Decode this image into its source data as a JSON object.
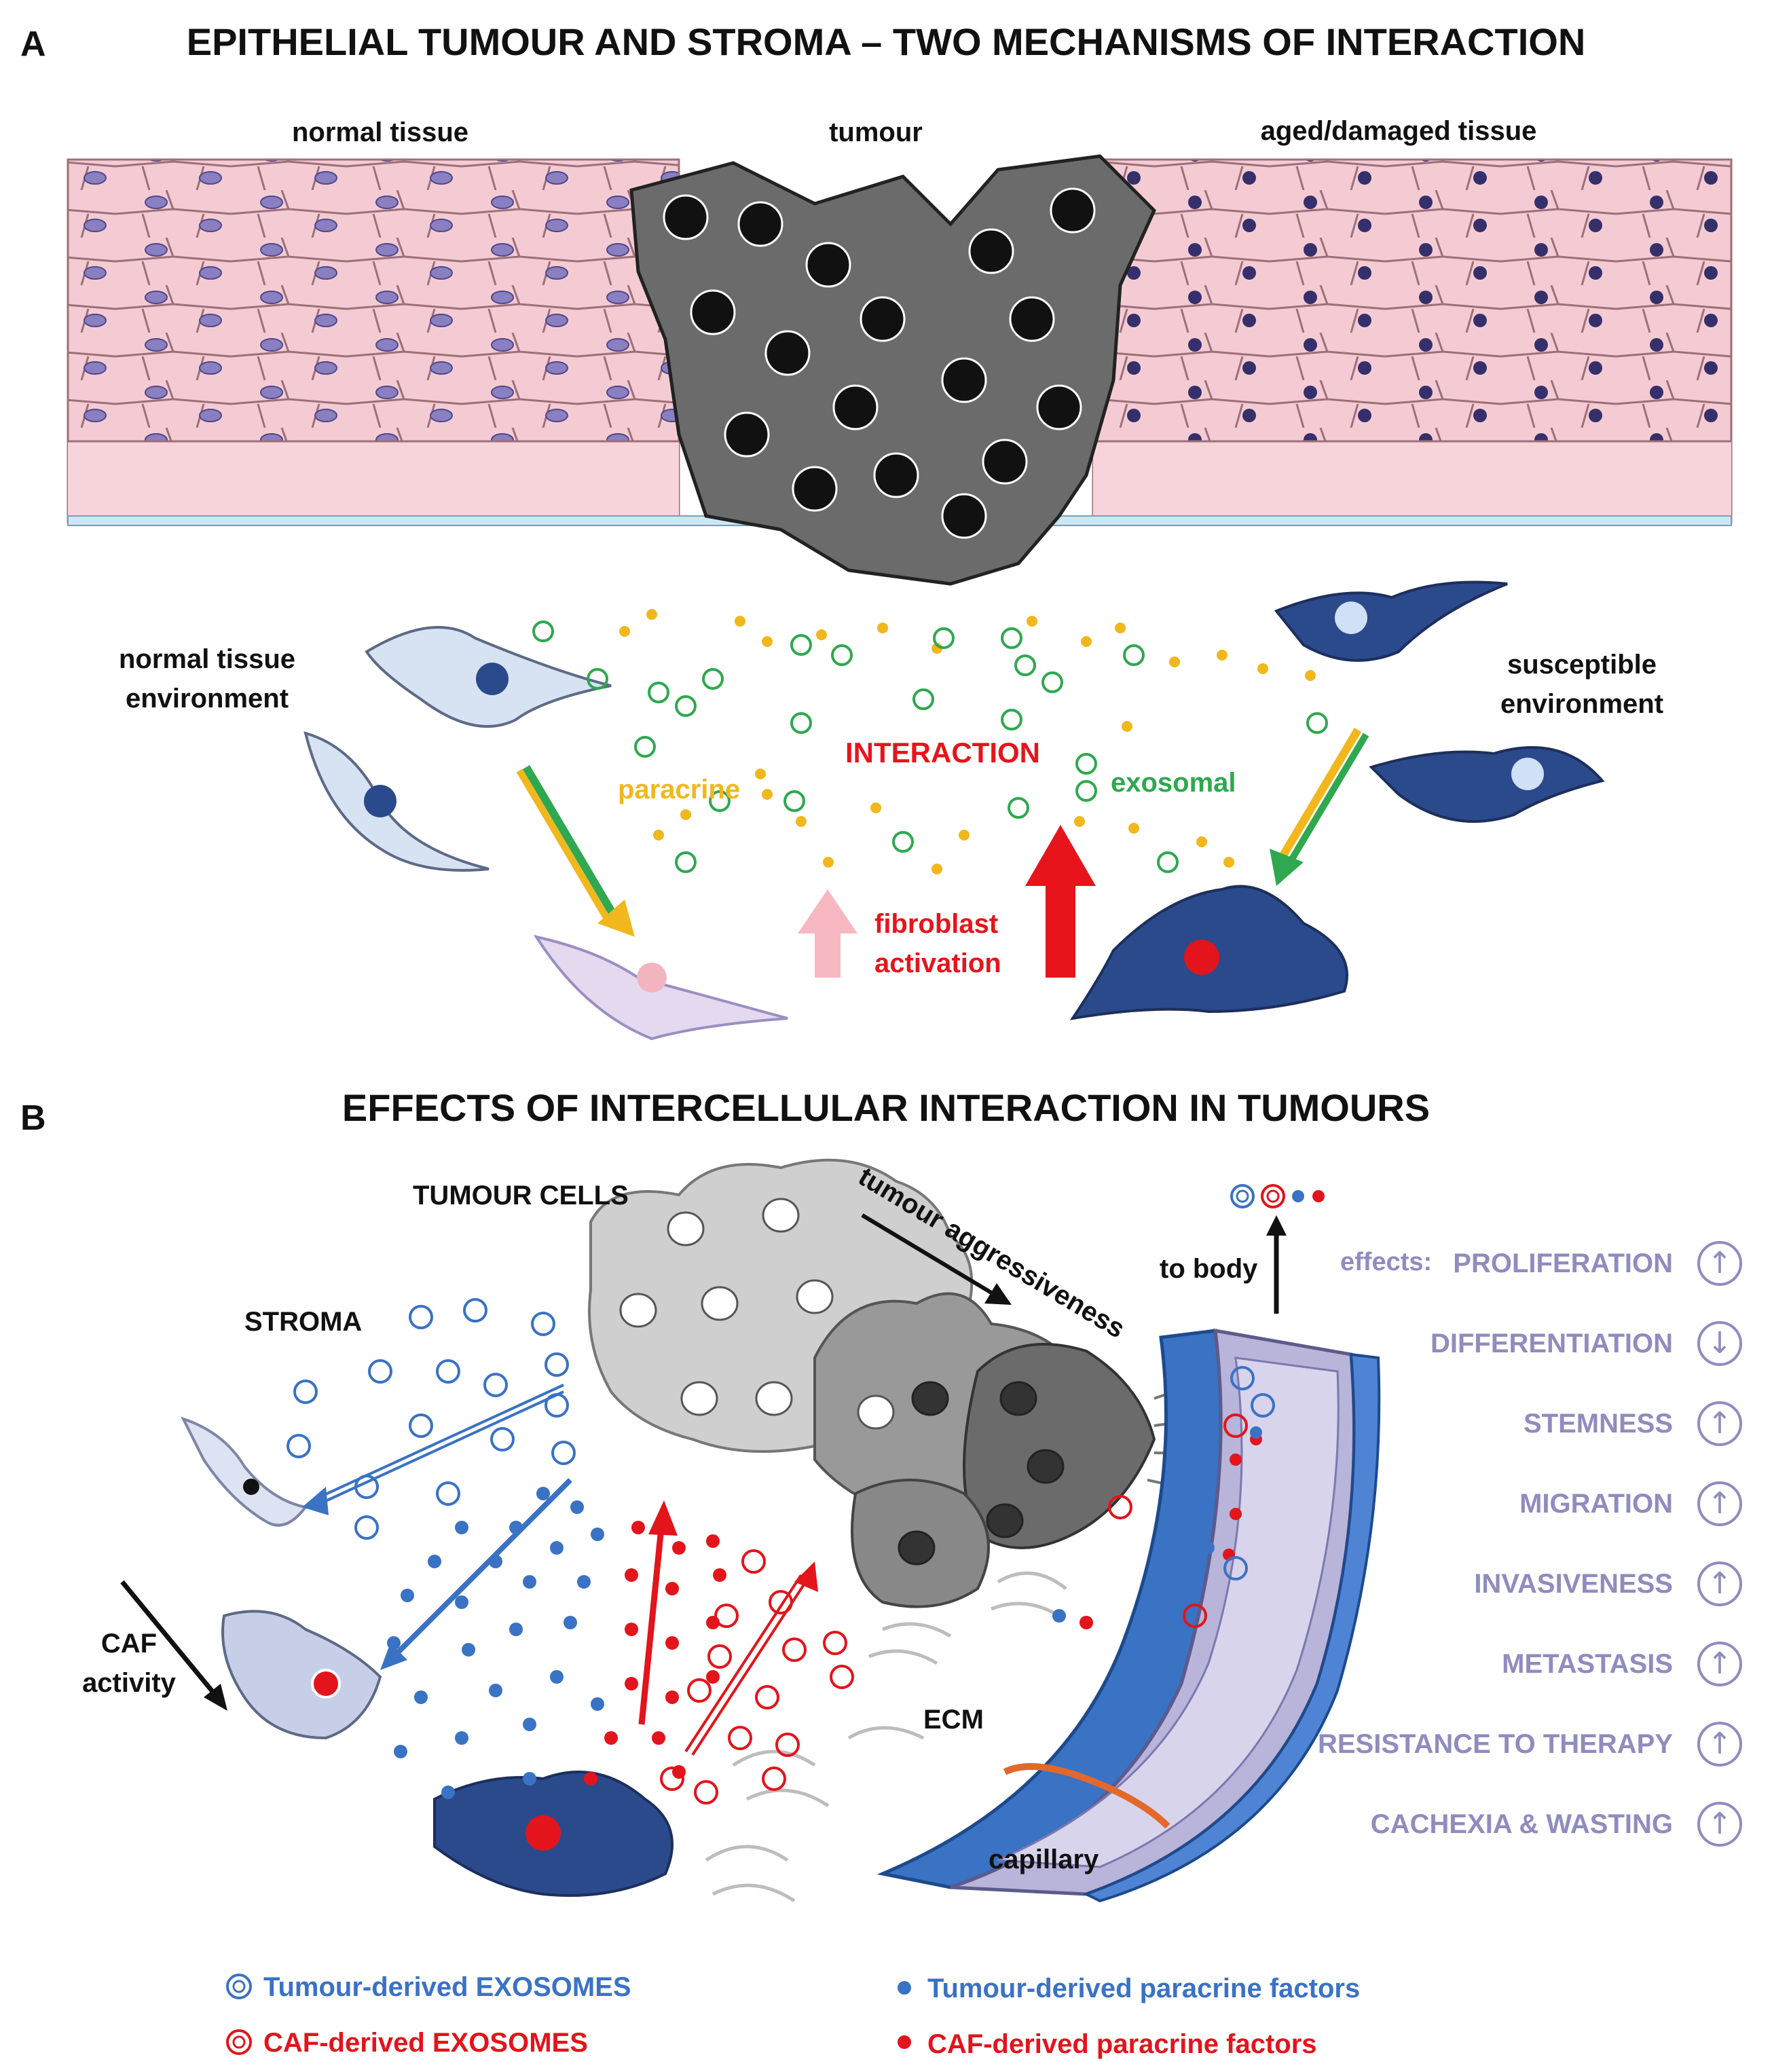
{
  "panelA": {
    "letter": "A",
    "title": "EPITHELIAL TUMOUR AND STROMA – TWO MECHANISMS OF INTERACTION",
    "normal_tissue": "normal tissue",
    "tumour": "tumour",
    "aged_tissue": "aged/damaged tissue",
    "normal_env_line1": "normal tissue",
    "normal_env_line2": "environment",
    "susceptible_line1": "susceptible",
    "susceptible_line2": "environment",
    "paracrine": "paracrine",
    "exosomal": "exosomal",
    "interaction": "INTERACTION",
    "fibroblast_line1": "fibroblast",
    "fibroblast_line2": "activation"
  },
  "panelB": {
    "letter": "B",
    "title": "EFFECTS OF INTERCELLULAR INTERACTION IN TUMOURS",
    "tumour_cells": "TUMOUR CELLS",
    "stroma": "STROMA",
    "tumour_aggressiveness": "tumour aggressiveness",
    "to_body": "to body",
    "caf_line1": "CAF",
    "caf_line2": "activity",
    "ecm": "ECM",
    "capillary": "capillary",
    "effects_prefix": "effects:",
    "effects": [
      {
        "label": "PROLIFERATION",
        "direction": "up"
      },
      {
        "label": "DIFFERENTIATION",
        "direction": "down"
      },
      {
        "label": "STEMNESS",
        "direction": "up"
      },
      {
        "label": "MIGRATION",
        "direction": "up"
      },
      {
        "label": "INVASIVENESS",
        "direction": "up"
      },
      {
        "label": "METASTASIS",
        "direction": "up"
      },
      {
        "label": "RESISTANCE TO THERAPY",
        "direction": "up"
      },
      {
        "label": "CACHEXIA & WASTING",
        "direction": "up"
      }
    ]
  },
  "legend": {
    "tumour_exosomes": "Tumour-derived EXOSOMES",
    "caf_exosomes": "CAF-derived EXOSOMES",
    "tumour_paracrine": "Tumour-derived paracrine factors",
    "caf_paracrine": "CAF-derived paracrine factors"
  },
  "colors": {
    "tissue_pink": "#f3c6cf",
    "tumour_grey": "#6b6b6b",
    "fibroblast_blue": "#2a4a8c",
    "paracrine_yellow": "#f1b71c",
    "exosome_green": "#2fa84f",
    "interaction_red": "#e8141b",
    "tumour_blue": "#3a72c4",
    "caf_red": "#e3141b",
    "effects_purple": "#8f8cbf"
  },
  "icons": {
    "arrow_up": "↑",
    "arrow_down": "↓"
  }
}
